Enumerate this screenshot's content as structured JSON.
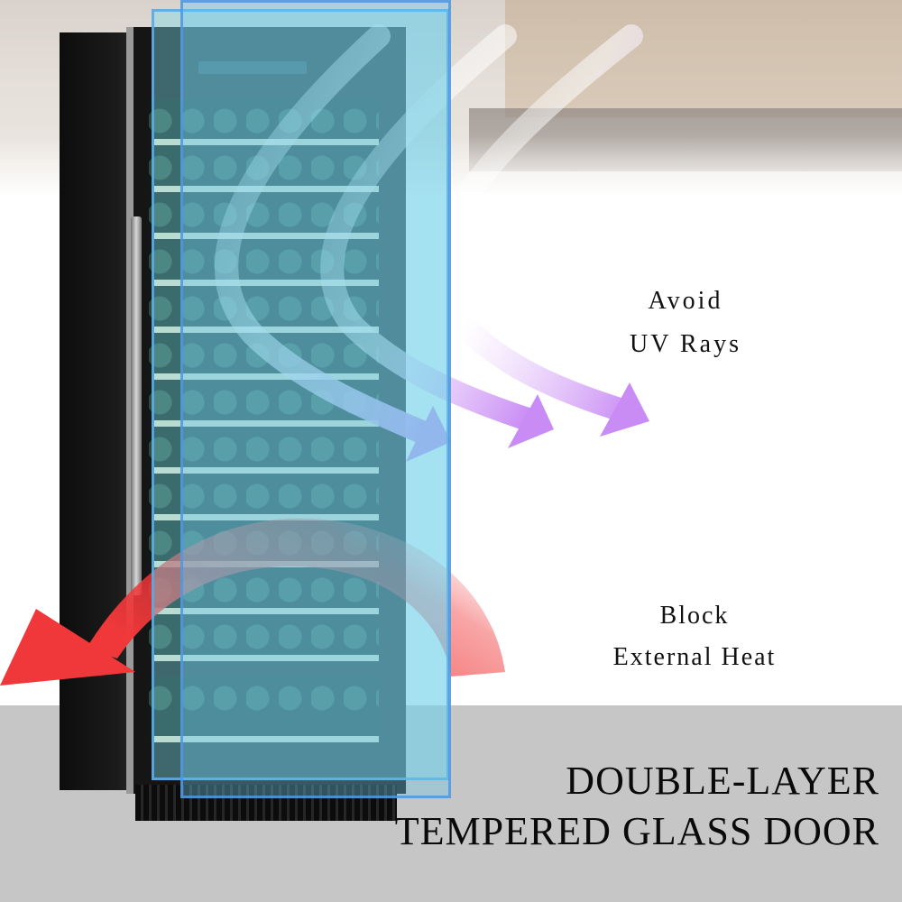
{
  "uv_caption": {
    "line1": "Avoid",
    "line2": "UV Rays"
  },
  "heat_caption": {
    "line1": "Block",
    "line2": "External Heat"
  },
  "headline": {
    "line1": "DOUBLE-LAYER",
    "line2": "TEMPERED GLASS DOOR"
  },
  "colors": {
    "uv_arrow": "#c98cf4",
    "heat_arrow": "#f0383a",
    "glass": "#7fd9e6",
    "floor_band": "#c6c6c6"
  }
}
